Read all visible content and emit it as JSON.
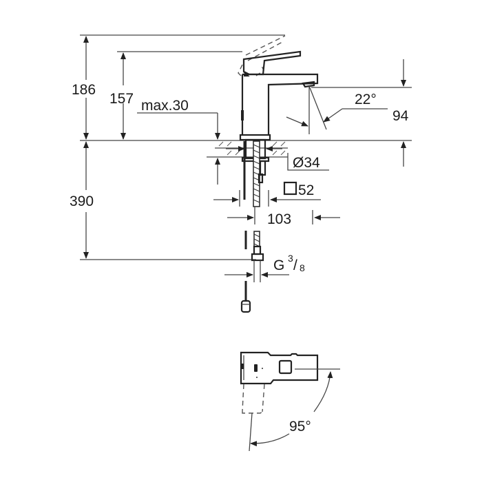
{
  "drawing": {
    "title": "Single-lever basin mixer technical drawing",
    "dimensions": {
      "total_height": "186",
      "lever_height": "157",
      "max_deck": "max.30",
      "spout_angle": "22°",
      "spout_height": "94",
      "hole_diameter": "Ø34",
      "base_square": "52",
      "projection": "103",
      "hose_length": "390",
      "connection_thread_main": "G",
      "connection_thread_num": "3",
      "connection_thread_den": "8",
      "lever_rotation": "95°"
    },
    "colors": {
      "line": "#444444",
      "text": "#1a1a1a",
      "background": "#ffffff"
    }
  }
}
